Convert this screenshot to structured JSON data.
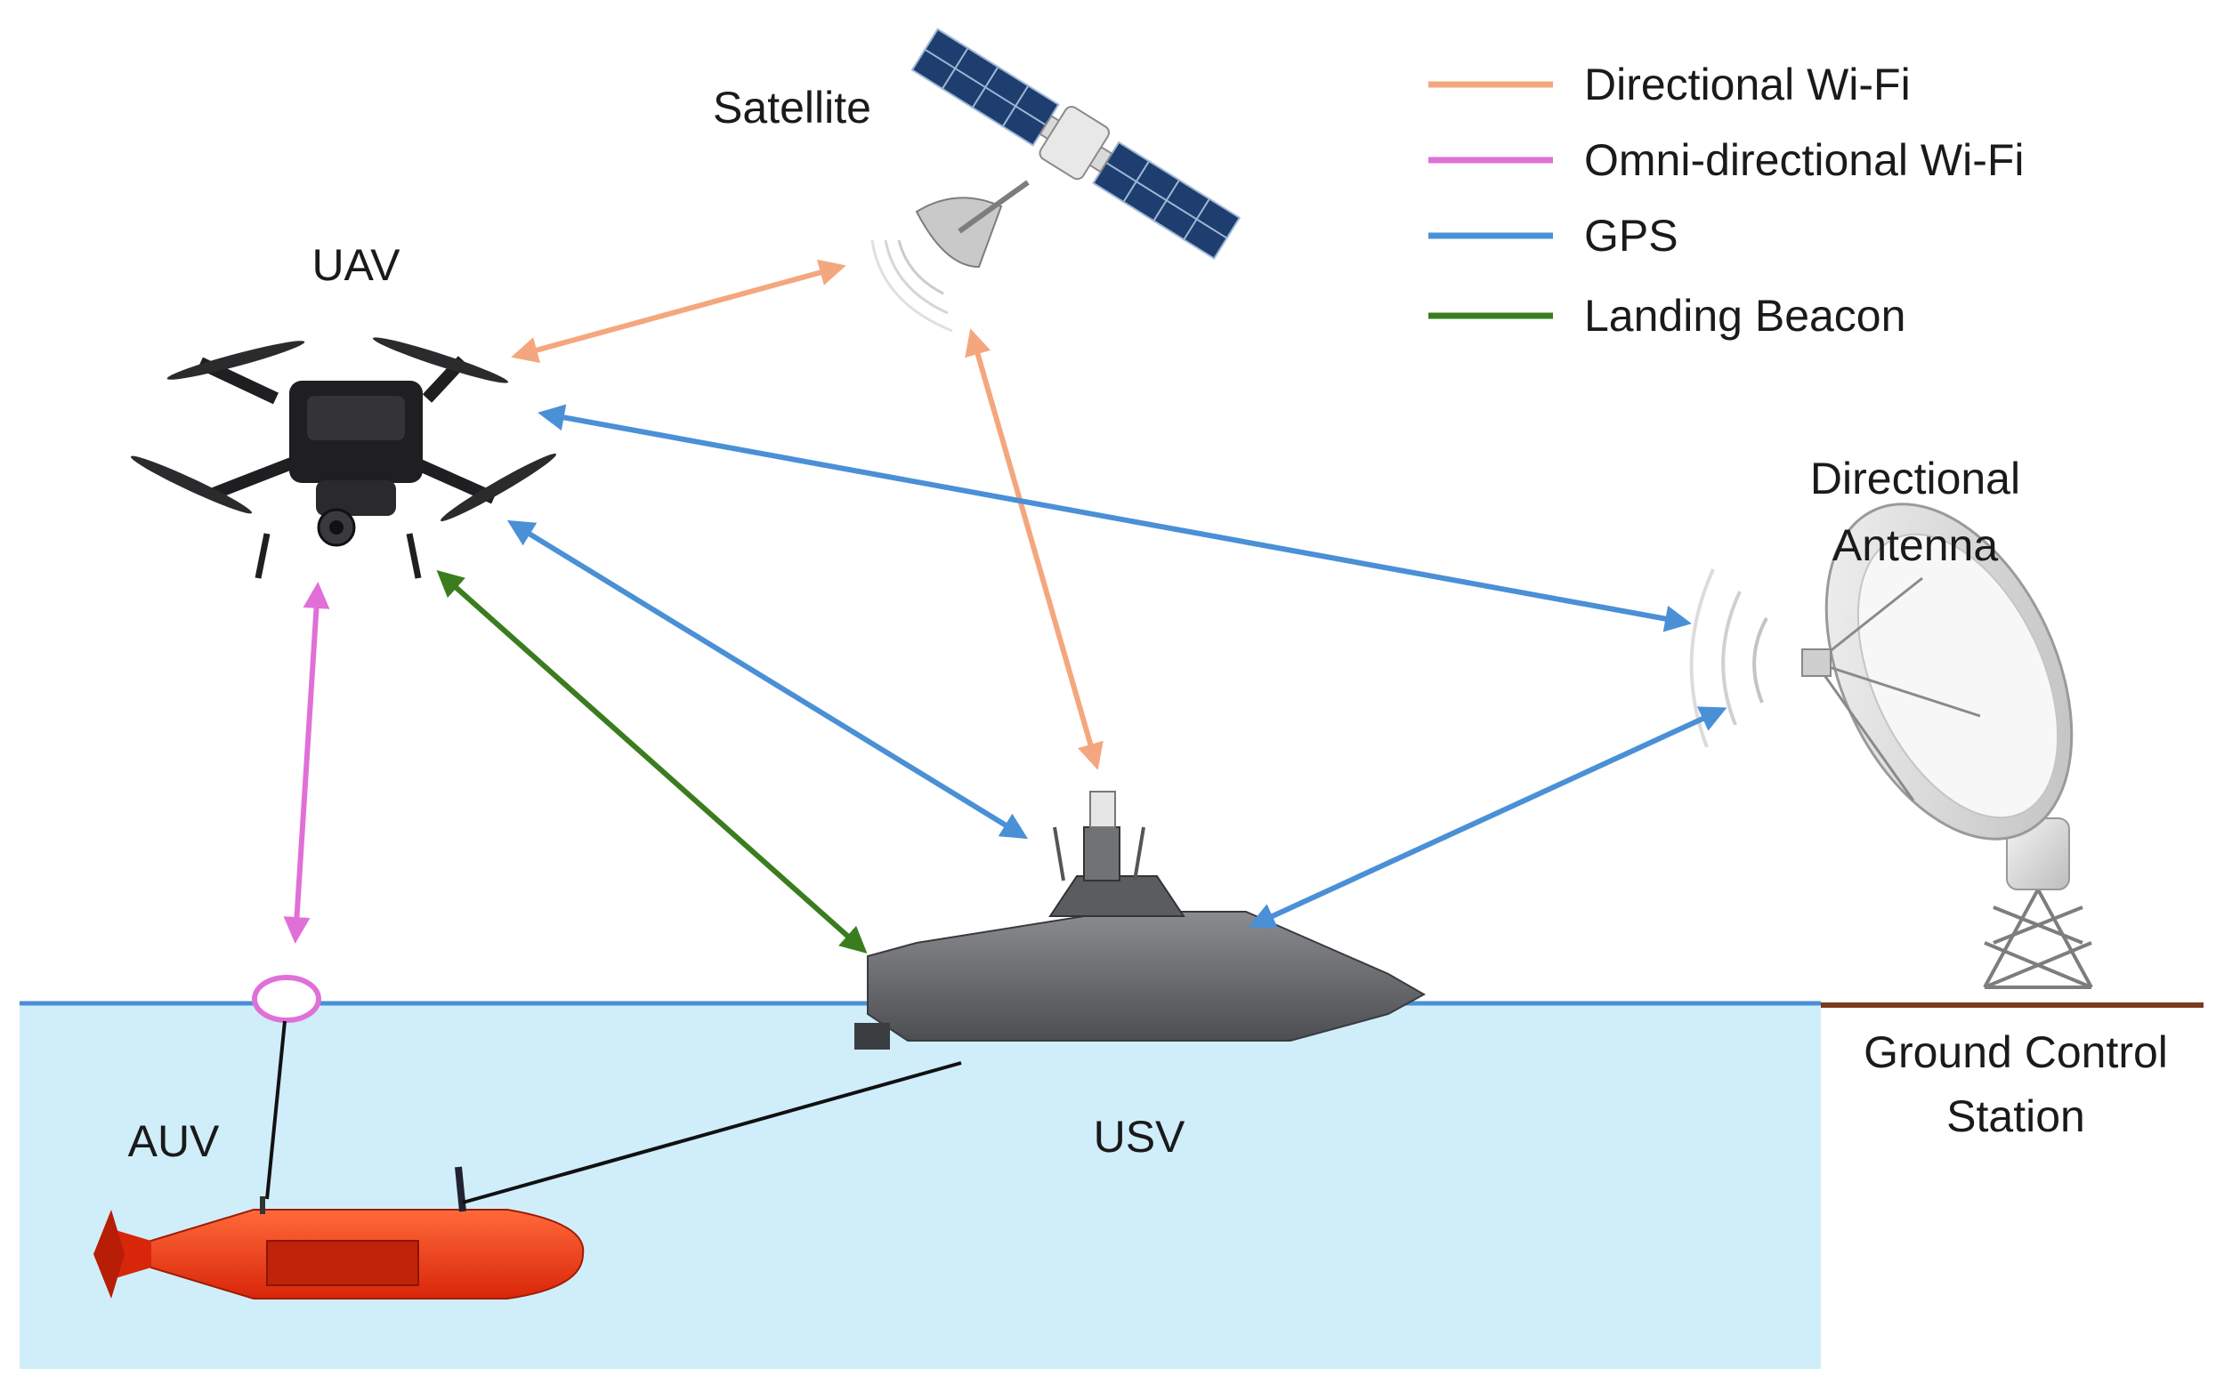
{
  "labels": {
    "satellite": "Satellite",
    "uav": "UAV",
    "antenna_line1": "Directional",
    "antenna_line2": "Antenna",
    "auv": "AUV",
    "usv": "USV",
    "gcs_line1": "Ground Control",
    "gcs_line2": "Station"
  },
  "legend": [
    {
      "label": "Directional Wi-Fi",
      "color": "#f4a77e"
    },
    {
      "label": "Omni-directional Wi-Fi",
      "color": "#e070d8"
    },
    {
      "label": "GPS",
      "color": "#4a90d6"
    },
    {
      "label": "Landing Beacon",
      "color": "#3a7d1e"
    }
  ],
  "colors": {
    "water": "#cfeefa",
    "water_surface": "#4a90d6",
    "ground": "#7a3b1c",
    "tether": "#111111",
    "auv_body": "#ff3b14",
    "usv_body": "#6d6f73",
    "uav_body": "#1f1f22",
    "satellite_panel": "#1d3e6e"
  },
  "icons": [
    "satellite-icon",
    "uav-icon",
    "antenna-dish-icon",
    "usv-icon",
    "auv-icon",
    "buoy-icon"
  ]
}
